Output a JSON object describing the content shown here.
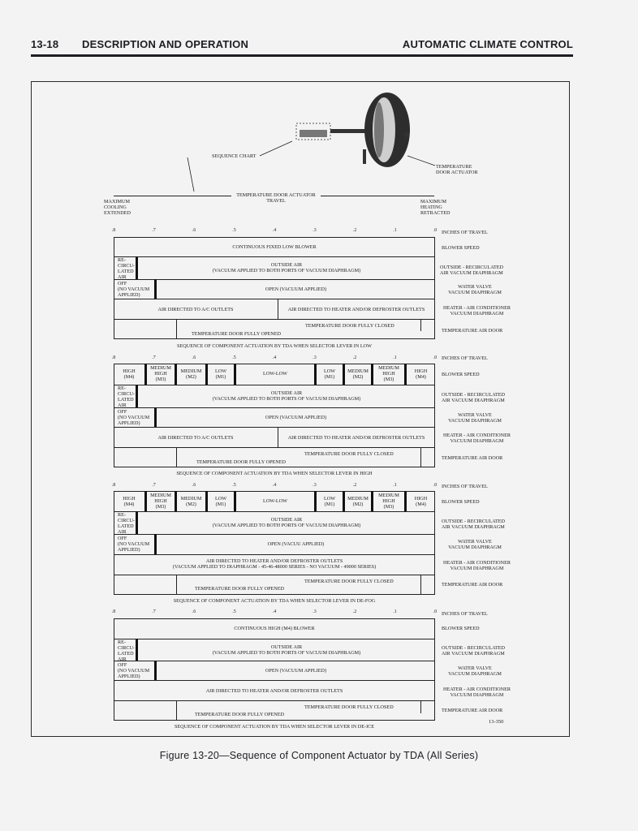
{
  "header": {
    "page_number": "13-18",
    "section": "DESCRIPTION AND OPERATION",
    "chapter": "AUTOMATIC CLIMATE CONTROL"
  },
  "top": {
    "sequence_chart": "SEQUENCE CHART",
    "actuator_label": [
      "TEMPERATURE",
      "DOOR ACTUATOR"
    ],
    "travel_label": [
      "TEMPERATURE DOOR ACTUATOR",
      "TRAVEL"
    ],
    "left_end": [
      "MAXIMUM",
      "COOLING",
      "EXTENDED"
    ],
    "right_end": [
      "MAXIMUM",
      "HEATING",
      "RETRACTED"
    ]
  },
  "ticks": [
    ".8",
    ".7",
    ".6",
    ".5",
    ".4",
    ".3",
    ".2",
    ".1",
    ".0"
  ],
  "right_labels": {
    "travel": "INCHES OF TRAVEL",
    "blower": "BLOWER SPEED",
    "recirc": [
      "OUTSIDE - RECIRCULATED",
      "AIR VACUUM DIAPHRAGM"
    ],
    "water": [
      "WATER VALVE",
      "VACUUM DIAPHRAGM"
    ],
    "heater": [
      "HEATER - AIR CONDITIONER",
      "VACUUM DIAPHRAGM"
    ],
    "door": "TEMPERATURE AIR DOOR"
  },
  "common": {
    "recirc_left": [
      "RE-",
      "CIRCU-",
      "LATED",
      "AIR"
    ],
    "off_left": [
      "OFF",
      "(NO VACUUM",
      "APPLIED)"
    ],
    "outside_air": "OUTSIDE AIR",
    "both_ports": "(VACUUM APPLIED TO BOTH PORTS OF VACUUM DIAPHRAGM)",
    "open_vac": "OPEN (VACUUM APPLIED)",
    "open_vac_3": "OPEN (VACUU APPLIED)",
    "ac_outlets": "AIR DIRECTED TO A/C OUTLETS",
    "heater_outlets": "AIR DIRECTED TO HEATER AND/OR DEFROSTER OUTLETS",
    "door_closed": "TEMPERATURE DOOR FULLY CLOSED",
    "door_opened": "TEMPERATURE DOOR FULLY OPENED"
  },
  "blower_cells": {
    "high": "HIGH",
    "m4": "(M4)",
    "medium_high": [
      "MEDIUM",
      "HIGH"
    ],
    "m3": "(M3)",
    "medium": "MEDIUM",
    "m2": "(M2)",
    "low": "LOW",
    "m1": "(M1)",
    "low_low": "LOW-LOW"
  },
  "charts": [
    {
      "blower": "CONTINUOUS FIXED LOW BLOWER",
      "caption": "SEQUENCE OF COMPONENT ACTUATION BY TDA WHEN SELECTOR LEVER IN LOW"
    },
    {
      "caption": "SEQUENCE OF COMPONENT ACTUATION BY TDA WHEN SELECTOR LEVER IN HIGH"
    },
    {
      "heater_line2": "(VACUUM APPLIED TO DIAPHRAGM - 45-46-48000 SERIES - NO VACUUM - 49000 SERIES)",
      "caption": "SEQUENCE OF COMPONENT ACTUATION BY TDA WHEN SELECTOR LEVER IN DE-FOG"
    },
    {
      "blower": "CONTINUOUS HIGH (M4) BLOWER",
      "caption": "SEQUENCE OF COMPONENT ACTUATION BY TDA WHEN SELECTOR LEVER IN DE-ICE"
    }
  ],
  "figure_number": "13-350",
  "figure_caption": "Figure 13-20—Sequence of Component Actuator by TDA (All Series)"
}
